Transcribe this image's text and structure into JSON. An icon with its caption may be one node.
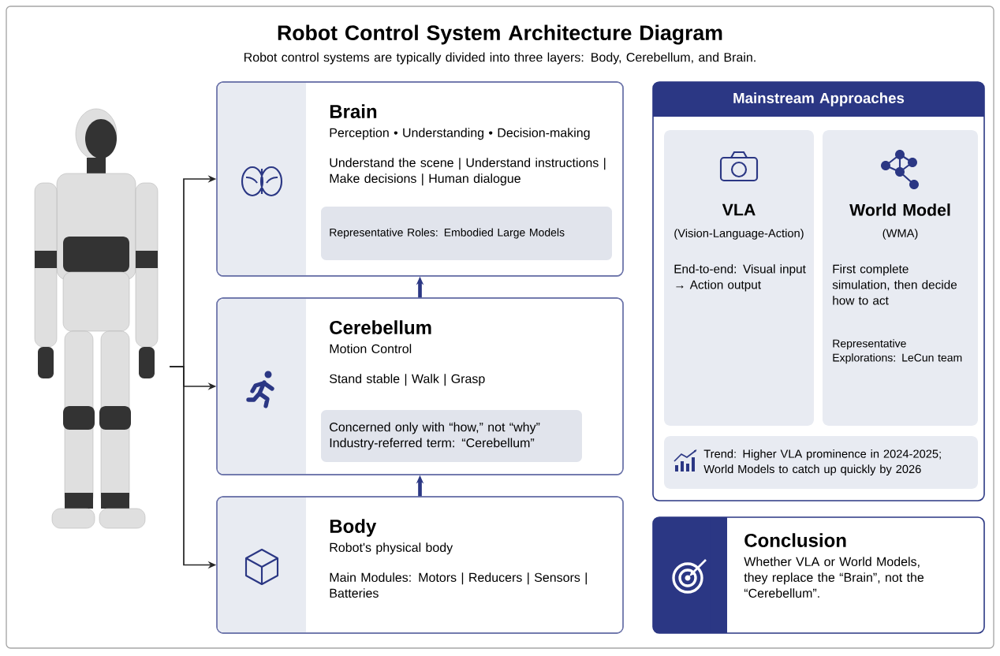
{
  "diagram": {
    "title": "Robot Control System Architecture Diagram",
    "nodes": [
      {
        "text": [],
        "shape": "picture"
      },
      {
        "text": [
          "Brain",
          "Perception • Understanding • Decision-making",
          "Understand the scene | Understand instructions | Make decisions | Human dialogue"
        ]
      },
      {
        "text": [
          "Representative Roles: Embodied Large Models"
        ],
        "in": 1
      },
      {
        "text": [
          "Cerebellum",
          "Motion Control",
          "Stand stable | Walk | Grasp"
        ]
      },
      {
        "text": [
          "Concerned only with “how,” not “why” Industry-referred term: “Cerebellum”"
        ],
        "in": 3
      },
      {
        "text": [
          "Body",
          "Robot's physical body",
          "Main Modules: Motors | Reducers | Sensors | Batteries"
        ]
      },
      {
        "text": [
          "Mainstream Approaches"
        ]
      },
      {
        "text": [
          "VLA",
          "(Vision-Language-Action)",
          "End-to-end: Visual input → Action output"
        ],
        "in": 6
      },
      {
        "text": [
          "World Model",
          "(WMA)",
          "First complete simulation, then decide how to act",
          "Representative Explorations: LeCun team"
        ],
        "in": 6
      },
      {
        "text": [
          "Trend: Higher VLA prominence in 2024-2025; World Models to catch up quickly by 2026"
        ],
        "in": 6
      },
      {
        "text": [
          "Conclusion",
          "Whether VLA or World Models, they replace the “Brain”, not the “Cerebellum”."
        ]
      }
    ],
    "edges": [
      {
        "from": 0,
        "to": 1,
        "arrow": "to"
      },
      {
        "from": 0,
        "to": 3,
        "arrow": "to"
      },
      {
        "from": 0,
        "to": 5,
        "arrow": "to"
      },
      {
        "from": 5,
        "to": 3,
        "arrow": "to",
        "style": "thick",
        "color": "#2b3784"
      },
      {
        "from": 3,
        "to": 1,
        "arrow": "to",
        "style": "thick",
        "color": "#2b3784"
      }
    ],
    "labels": [
      "Robot control systems are typically divided into three layers: Body, Cerebellum, and Brain."
    ]
  }
}
